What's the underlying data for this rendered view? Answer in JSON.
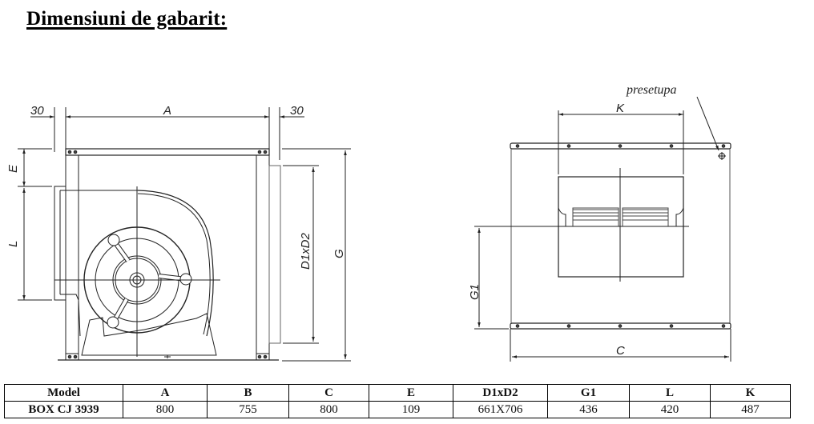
{
  "title": "Dimensiuni de gabarit:",
  "drawing": {
    "side_view": {
      "labels": {
        "left_offset": "30",
        "right_offset": "30",
        "width": "A",
        "top_gap": "E",
        "outlet_height": "L",
        "flange": "D1xD2",
        "height": "G"
      }
    },
    "front_view": {
      "labels": {
        "gland": "presetupa",
        "outlet_width": "K",
        "axis_height": "G1",
        "width": "C"
      }
    }
  },
  "table": {
    "headers": [
      "Model",
      "A",
      "B",
      "C",
      "E",
      "D1xD2",
      "G1",
      "L",
      "K"
    ],
    "rows": [
      [
        "BOX CJ 3939",
        "800",
        "755",
        "800",
        "109",
        "661X706",
        "436",
        "420",
        "487"
      ]
    ]
  }
}
